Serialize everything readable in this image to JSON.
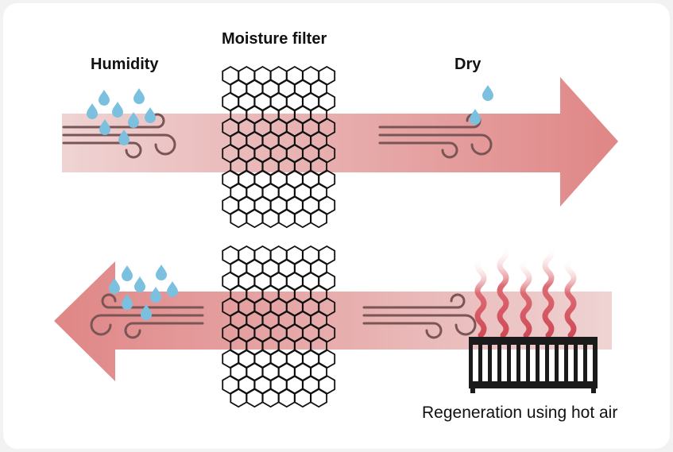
{
  "labels": {
    "filter": "Moisture filter",
    "humidity": "Humidity",
    "dry": "Dry",
    "regeneration": "Regeneration using hot air"
  },
  "colors": {
    "arrow_light": "#ebcccc",
    "arrow_dark": "#e08a8a",
    "drop": "#7cc0e0",
    "wind": "#7a5555",
    "heat": "#d24d5a",
    "heater": "#1b1b1b"
  },
  "icons": [
    "water-drop-icon",
    "wind-icon",
    "heat-wave-icon",
    "radiator-icon",
    "honeycomb-filter-icon"
  ]
}
